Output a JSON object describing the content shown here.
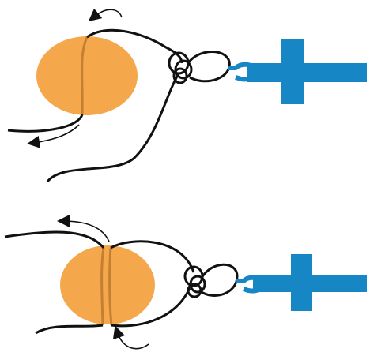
{
  "diagram": {
    "panels": [
      {
        "id": "panel-top",
        "elements": [
          "bead",
          "cord-loop",
          "knot",
          "clip",
          "arrow-up",
          "arrow-left"
        ]
      },
      {
        "id": "panel-bottom",
        "elements": [
          "bead",
          "cord-loop",
          "knot",
          "clip",
          "arrow-left",
          "arrow-up"
        ]
      }
    ],
    "colors": {
      "background": "#ffffff",
      "bead": "#F4A84B",
      "bead_seam": "#C47F34",
      "cord": "#111111",
      "clip": "#1687C4"
    },
    "icons": [
      "bead-icon",
      "clip-icon",
      "arrow-icon",
      "knot-icon"
    ]
  }
}
